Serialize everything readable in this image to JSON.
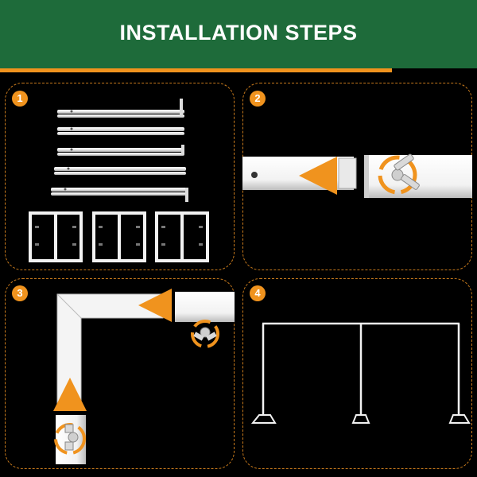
{
  "header": {
    "title": "INSTALLATION STEPS"
  },
  "steps": [
    {
      "number": "1"
    },
    {
      "number": "2"
    },
    {
      "number": "3"
    },
    {
      "number": "4"
    }
  ],
  "colors": {
    "header_green": "#1e6b3a",
    "accent_orange": "#f0931e",
    "panel_border": "#c87a1c",
    "background": "#000000",
    "frame_white": "#ffffff"
  },
  "icons": [
    "rotate-arrows-icon",
    "slide-arrow-icon"
  ]
}
